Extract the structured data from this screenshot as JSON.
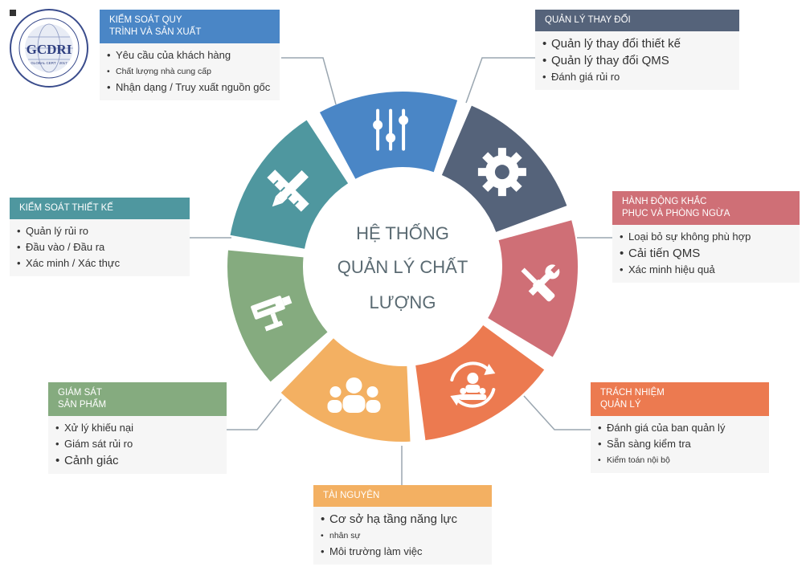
{
  "logo": {
    "name": "GCDRI",
    "caption": "GLOBAL CERT · 2017"
  },
  "center": {
    "lines": [
      "HỆ THỐNG",
      "QUẢN LÝ CHẤT",
      "LƯỢNG"
    ]
  },
  "segments": [
    {
      "id": "process-control",
      "color": "#4a86c6",
      "icon": "sliders-icon"
    },
    {
      "id": "change-management",
      "color": "#55637a",
      "icon": "gear-icon"
    },
    {
      "id": "corrective-action",
      "color": "#cf6f76",
      "icon": "tools-icon"
    },
    {
      "id": "management-responsibility",
      "color": "#ec7a50",
      "icon": "people-cycle-icon"
    },
    {
      "id": "resources",
      "color": "#f3b062",
      "icon": "people-icon"
    },
    {
      "id": "product-monitoring",
      "color": "#85ab7f",
      "icon": "camera-icon"
    },
    {
      "id": "design-control",
      "color": "#4f979f",
      "icon": "pencil-ruler-icon"
    }
  ],
  "boxes": {
    "process_control": {
      "title1": "KIỂM SOÁT QUY",
      "title2": "TRÌNH VÀ SẢN XUẤT",
      "color": "#4a86c6",
      "items": [
        "Yêu cầu của khách hàng",
        "Chất lượng nhà cung cấp",
        "Nhận dạng / Truy xuất nguồn gốc"
      ]
    },
    "change_management": {
      "title1": "QUẢN LÝ THAY ĐỔI",
      "color": "#55637a",
      "items": [
        "Quản lý thay đổi thiết kế",
        "Quản lý thay đổi QMS",
        "Đánh giá rủi ro"
      ]
    },
    "corrective_action": {
      "title1": "HÀNH ĐỘNG KHẮC",
      "title2": "PHỤC VÀ PHÒNG NGỪA",
      "color": "#cf6f76",
      "items": [
        "Loại bỏ sự không phù hợp",
        "Cải tiến QMS",
        "Xác minh hiệu quả"
      ]
    },
    "management_responsibility": {
      "title1": "TRÁCH NHIỆM",
      "title2": "QUẢN LÝ",
      "color": "#ec7a50",
      "items": [
        "Đánh giá của ban quản lý",
        "Sẵn sàng kiểm tra",
        "Kiểm toán nội bộ"
      ]
    },
    "resources": {
      "title1": "TÀI NGUYÊN",
      "color": "#f3b062",
      "items": [
        "Cơ sở hạ tầng năng lực",
        "nhân sự",
        "Môi trường làm việc"
      ]
    },
    "product_monitoring": {
      "title1": "GIÁM SÁT",
      "title2": "SẢN PHẨM",
      "color": "#85ab7f",
      "items": [
        "Xử lý khiếu nại",
        "Giám sát rủi ro",
        "Cảnh giác"
      ]
    },
    "design_control": {
      "title1": "KIỂM SOÁT THIẾT KẾ",
      "color": "#4f979f",
      "items": [
        "Quản lý rủi ro",
        "Đầu vào / Đầu ra",
        "Xác minh / Xác thực"
      ]
    }
  }
}
